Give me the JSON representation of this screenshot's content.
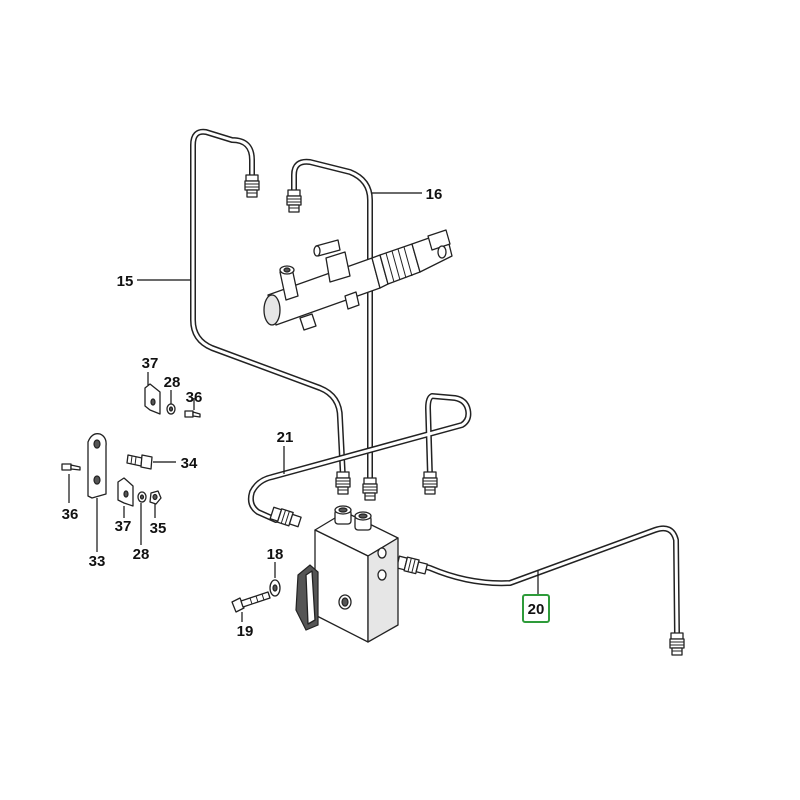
{
  "highlight_color": "#2e9b3a",
  "callouts": [
    {
      "id": "c15",
      "text": "15"
    },
    {
      "id": "c16",
      "text": "16"
    },
    {
      "id": "c37a",
      "text": "37"
    },
    {
      "id": "c28a",
      "text": "28"
    },
    {
      "id": "c36a",
      "text": "36"
    },
    {
      "id": "c34",
      "text": "34"
    },
    {
      "id": "c21",
      "text": "21"
    },
    {
      "id": "c36b",
      "text": "36"
    },
    {
      "id": "c37b",
      "text": "37"
    },
    {
      "id": "c35",
      "text": "35"
    },
    {
      "id": "c33",
      "text": "33"
    },
    {
      "id": "c28b",
      "text": "28"
    },
    {
      "id": "c18",
      "text": "18"
    },
    {
      "id": "c19",
      "text": "19"
    },
    {
      "id": "c20",
      "text": "20",
      "highlighted": true
    }
  ]
}
